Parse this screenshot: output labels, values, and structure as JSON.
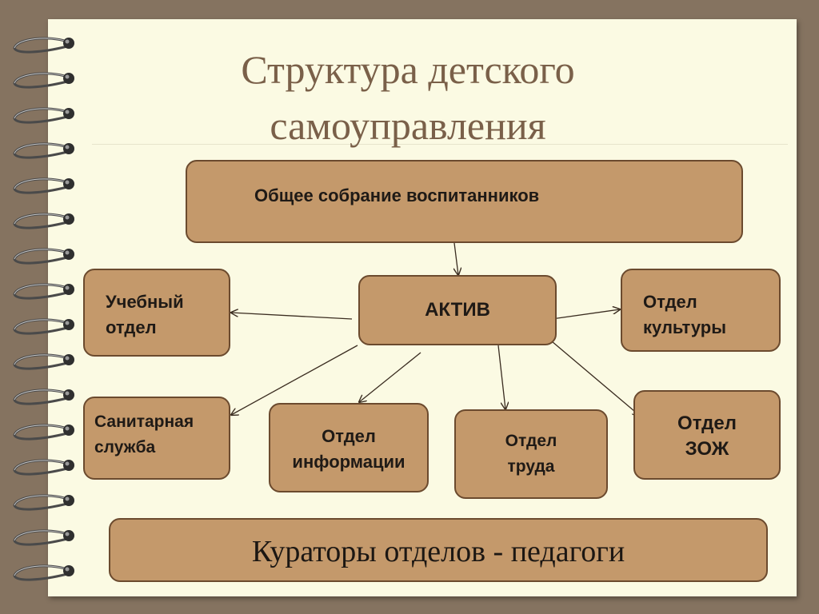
{
  "title": {
    "line1": "Структура детского",
    "line2": "самоуправления"
  },
  "nodes": {
    "assembly": {
      "label": "Общее собрание воспитанников"
    },
    "aktiv": {
      "label": "АКТИВ"
    },
    "study": {
      "line1": "Учебный",
      "line2": "отдел"
    },
    "culture": {
      "line1": "Отдел",
      "line2": "культуры"
    },
    "sanitary": {
      "line1": "Санитарная",
      "line2": "служба"
    },
    "info": {
      "line1": "Отдел",
      "line2": "информации"
    },
    "labor": {
      "line1": "Отдел",
      "line2": "труда"
    },
    "health": {
      "line1": "Отдел",
      "line2": "ЗОЖ"
    },
    "curators": {
      "label": "Кураторы отделов - педагоги"
    }
  },
  "edges": [
    {
      "from": "assembly",
      "to": "aktiv"
    },
    {
      "from": "aktiv",
      "to": "study"
    },
    {
      "from": "aktiv",
      "to": "culture"
    },
    {
      "from": "aktiv",
      "to": "sanitary"
    },
    {
      "from": "aktiv",
      "to": "info"
    },
    {
      "from": "aktiv",
      "to": "labor"
    },
    {
      "from": "aktiv",
      "to": "health"
    }
  ],
  "colors": {
    "box_fill": "#c4996b",
    "box_border": "#6b4a2e",
    "title": "#7a6049",
    "paper": "#fbfae3",
    "background": "#857360"
  },
  "decor": {
    "binding": "spiral-binding-icon"
  }
}
